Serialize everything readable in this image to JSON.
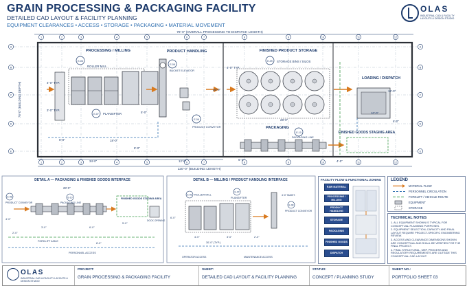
{
  "header": {
    "title": "GRAIN PROCESSING & PACKAGING FACILITY",
    "subtitle": "DETAILED CAD LAYOUT & FACILITY PLANNING",
    "tagline": "EQUIPMENT CLEARANCES • ACCESS • STORAGE • PACKAGING • MATERIAL MOVEMENT"
  },
  "logo": {
    "name": "OLAS",
    "tag": "INDUSTRIAL CAD & FACILITY LAYOUTS & DESIGN STUDIO"
  },
  "grid": {
    "columns": [
      "1",
      "2",
      "3",
      "4",
      "5",
      "6",
      "7",
      "8",
      "9",
      "10",
      "11",
      "12"
    ],
    "rows": [
      "A",
      "B",
      "C",
      "D",
      "E"
    ]
  },
  "plan": {
    "overall_dim": "78'-0\" (OVERALL PROCESSING TO DISPATCH LENGTH)",
    "building_depth": "78'-0\" (BUILDING DEPTH)",
    "building_length": "120'-0\" (BUILDING LENGTH)",
    "zones": {
      "processing": "PROCESSING / MILLING",
      "handling": "PRODUCT HANDLING",
      "storage": "FINISHED PRODUCT STORAGE",
      "loading": "LOADING / DISPATCH",
      "packaging": "PACKAGING",
      "staging": "FINISHED GOODS STAGING AREA"
    },
    "equipment": {
      "e06_tag": "E-06",
      "e06_name": "ROLLER MILL",
      "e07_tag": "E-07",
      "e07_name": "PLANSIFTER",
      "e08_tag": "E-08",
      "e08_name": "BUCKET ELEVATOR",
      "e09_tag": "E-09",
      "e09_name": "STORAGE BINS / SILOS",
      "e06b_tag": "E-06",
      "e06b_name": "PRODUCT CONVEYOR",
      "e10_tag": "E-10",
      "e10_name": "PACKAGING LINE"
    },
    "dims": {
      "d4_typ": "4'-0\" TYP.",
      "d3_typ": "3'-0\" TYP.",
      "d6": "6'-0\"",
      "d18": "18'-0\"",
      "d8": "8'-0\"",
      "d34": "34'-0\"",
      "d5": "5'-0\"",
      "d12": "12'-0\"",
      "d20": "20'-0\"",
      "d28": "28'-0\"",
      "d10": "10'-0\"",
      "d4": "4'-0\"",
      "d3": "3'-0\""
    }
  },
  "detail_a": {
    "title": "DETAIL A — PACKAGING & FINISHED GOODS INTERFACE",
    "conveyor_tag": "E-06",
    "conveyor_name": "PRODUCT CONVEYOR",
    "line_tag": "E-10",
    "line_name": "PACKAGING LINE",
    "staging": "FINISHED GOODS STAGING AREA",
    "dock": "DOCK OPENING",
    "aisle": "FORKLIFT AISLE",
    "personnel": "PERSONNEL ACCESS",
    "dim28": "28'-0\"",
    "dim4": "4'-0\"",
    "dim3": "3'-0\"",
    "dim6": "6'-0\"",
    "dim5": "5'-0\"",
    "dim8": "8'-0\"",
    "dim2": "2'-0\""
  },
  "detail_b": {
    "title": "DETAIL B — MILLING / PRODUCT HANDLING INTERFACE",
    "mill_tag": "E-06",
    "mill_name": "ROLLER MILL",
    "sifter_tag": "E-07",
    "sifter_name": "PLANSIFTER",
    "elev_tag": "E-08",
    "elev_name": "PRODUCT CONVEYOR",
    "operator": "OPERATOR ACCESS",
    "maintenance": "MAINTENANCE ACCESS",
    "dim30": "30'-0\" (TYP.)",
    "dim4": "4'-0\"",
    "dim6": "6'-0\"",
    "dim3": "3'-0\"",
    "dim2": "2'-0\"",
    "dim4maint": "4'-0\" MAINT."
  },
  "flow": {
    "title": "FACILITY FLOW & FUNCTIONAL ZONING",
    "steps": [
      "RAW MATERIAL",
      "PROCESSING / MILLING",
      "PRODUCT HANDLING",
      "STORAGE",
      "PACKAGING",
      "FINISHED GOODS",
      "DISPATCH"
    ]
  },
  "legend": {
    "title": "LEGEND",
    "items": [
      "MATERIAL FLOW",
      "PERSONNEL CIRCULATION",
      "FORKLIFT / VEHICLE ROUTE",
      "EQUIPMENT",
      "STORAGE"
    ]
  },
  "notes": {
    "title": "TECHNICAL NOTES",
    "items": [
      "1. ALL EQUIPMENT SHOWN IS TYPICAL FOR CONCEPTUAL PLANNING PURPOSES.",
      "2. EQUIPMENT SELECTION, CAPACITY AND FINAL LAYOUT REQUIRE PROJECT-SPECIFIC ENGINEERING REVIEW.",
      "3. ACCESS AND CLEARANCE DIMENSIONS SHOWN ARE CONCEPTUAL AND SHALL BE VERIFIED FOR THE FINAL PROJECT.",
      "4. FINAL STRUCTURAL, MEP, PROCESS AND REGULATORY REQUIREMENTS ARE OUTSIDE THIS CONCEPTUAL CAD LAYOUT."
    ]
  },
  "title_block": {
    "project_label": "PROJECT:",
    "project": "GRAIN PROCESSING & PACKAGING FACILITY",
    "sheet_label": "SHEET:",
    "sheet": "DETAILED CAD LAYOUT & FACILITY PLANNING",
    "status_label": "STATUS:",
    "status": "CONCEPT / PLANNING STUDY",
    "sheetno_label": "SHEET NO.:",
    "sheetno": "PORTFOLIO SHEET 03"
  },
  "colors": {
    "navy": "#1c3a6b",
    "flow": "#d97a1e",
    "personnel": "#2f6fb0",
    "forklift": "#3a9a4a",
    "equipment": "#4a4f58"
  }
}
